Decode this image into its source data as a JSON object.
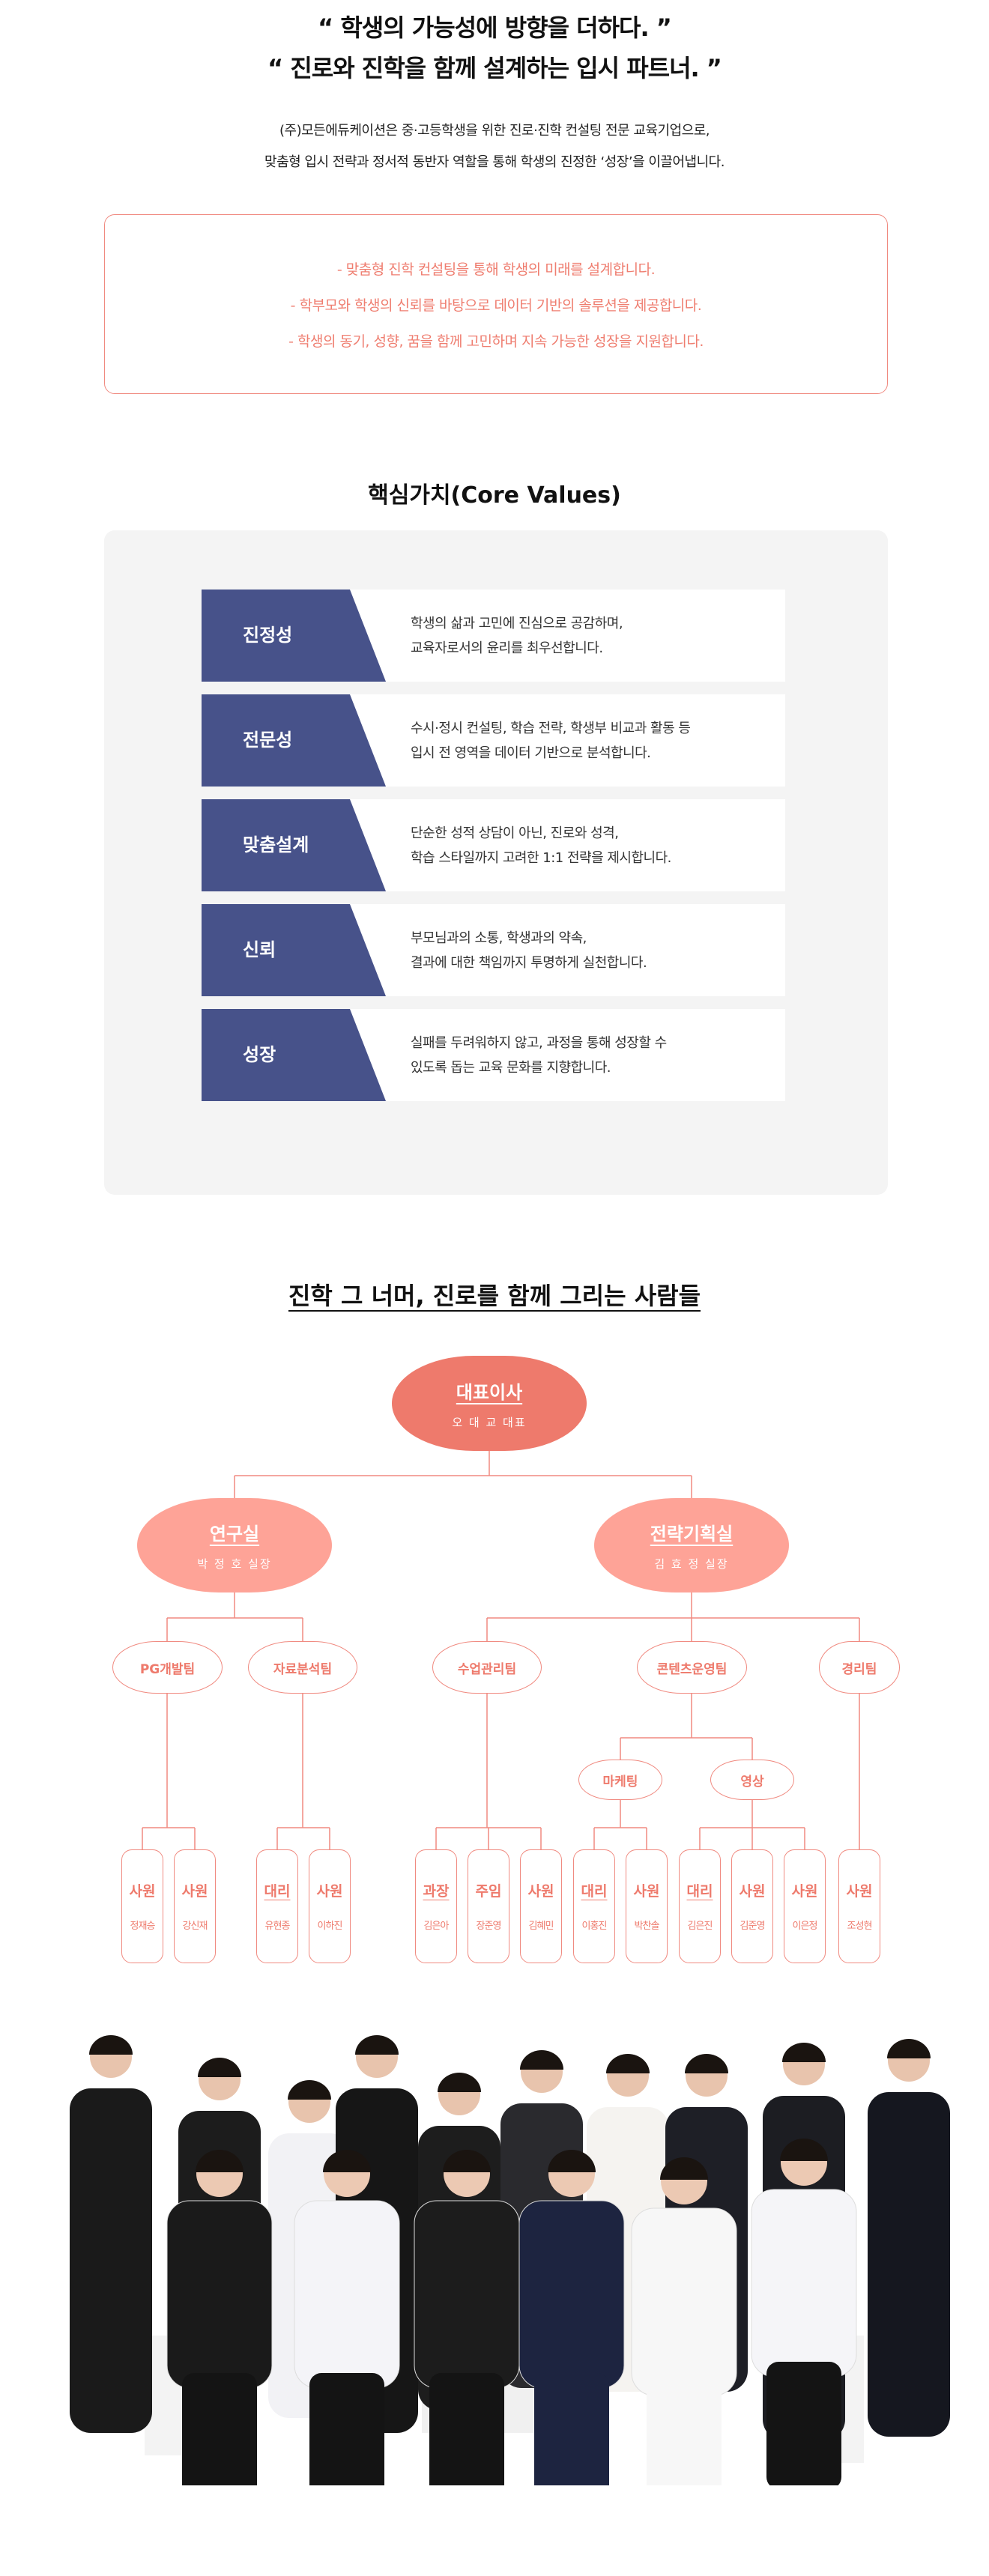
{
  "intro": {
    "headline1": "“ 학생의 가능성에 방향을 더하다. ”",
    "headline2": "“ 진로와 진학을 함께 설계하는 입시 파트너. ”",
    "desc1": "(주)모든에듀케이션은 중·고등학생을 위한 진로·진학 컨설팅 전문 교육기업으로,",
    "desc2": "맞춤형 입시 전략과 정서적 동반자 역할을 통해 학생의 진정한 ‘성장’을 이끌어냅니다."
  },
  "mission": [
    "- 맞춤형 진학 컨설팅을 통해 학생의 미래를 설계합니다.",
    "- 학부모와 학생의 신뢰를 바탕으로 데이터 기반의 솔루션을 제공합니다.",
    "- 학생의 동기, 성향, 꿈을 함께 고민하며 지속 가능한 성장을 지원합니다."
  ],
  "core_values": {
    "title": "핵심가치(Core Values)",
    "items": [
      {
        "label": "진정성",
        "line1": "학생의 삶과 고민에 진심으로 공감하며,",
        "line2": "교육자로서의 윤리를 최우선합니다."
      },
      {
        "label": "전문성",
        "line1": "수시·정시 컨설팅, 학습 전략, 학생부 비교과 활동 등",
        "line2": "입시 전 영역을 데이터 기반으로 분석합니다."
      },
      {
        "label": "맞춤설계",
        "line1": "단순한 성적 상담이 아닌, 진로와 성격,",
        "line2": "학습 스타일까지 고려한 1:1 전략을 제시합니다."
      },
      {
        "label": "신뢰",
        "line1": "부모님과의 소통, 학생과의 약속,",
        "line2": "결과에 대한 책임까지 투명하게 실천합니다."
      },
      {
        "label": "성장",
        "line1": "실패를 두려워하지 않고, 과정을 통해 성장할 수",
        "line2": "있도록 돕는 교육 문화를 지향합니다."
      }
    ]
  },
  "org": {
    "title": "진학 그 너머, 진로를 함께 그리는 사람들",
    "ceo": {
      "title": "대표이사",
      "name": "오 대 교 대표"
    },
    "divisions": [
      {
        "title": "연구실",
        "name": "박 정 호 실장"
      },
      {
        "title": "전략기획실",
        "name": "김 효 정 실장"
      }
    ],
    "teams": [
      "PG개발팀",
      "자료분석팀",
      "수업관리팀",
      "콘텐츠운영팀",
      "경리팀"
    ],
    "subteams": [
      "마케팅",
      "영상"
    ],
    "members": [
      {
        "title": "사원",
        "name": "정재승"
      },
      {
        "title": "사원",
        "name": "강신재"
      },
      {
        "title": "대리",
        "name": "유현종"
      },
      {
        "title": "사원",
        "name": "이하진"
      },
      {
        "title": "과장",
        "name": "김은아"
      },
      {
        "title": "주임",
        "name": "장준영"
      },
      {
        "title": "사원",
        "name": "김혜민"
      },
      {
        "title": "대리",
        "name": "이홍진"
      },
      {
        "title": "사원",
        "name": "박찬솔"
      },
      {
        "title": "대리",
        "name": "김은진"
      },
      {
        "title": "사원",
        "name": "김준영"
      },
      {
        "title": "사원",
        "name": "이은정"
      },
      {
        "title": "사원",
        "name": "조성현"
      }
    ]
  },
  "colors": {
    "accent": "#ee7a6c",
    "accent_light": "#fea397",
    "navy": "#47528a",
    "panel": "#f4f4f4"
  }
}
